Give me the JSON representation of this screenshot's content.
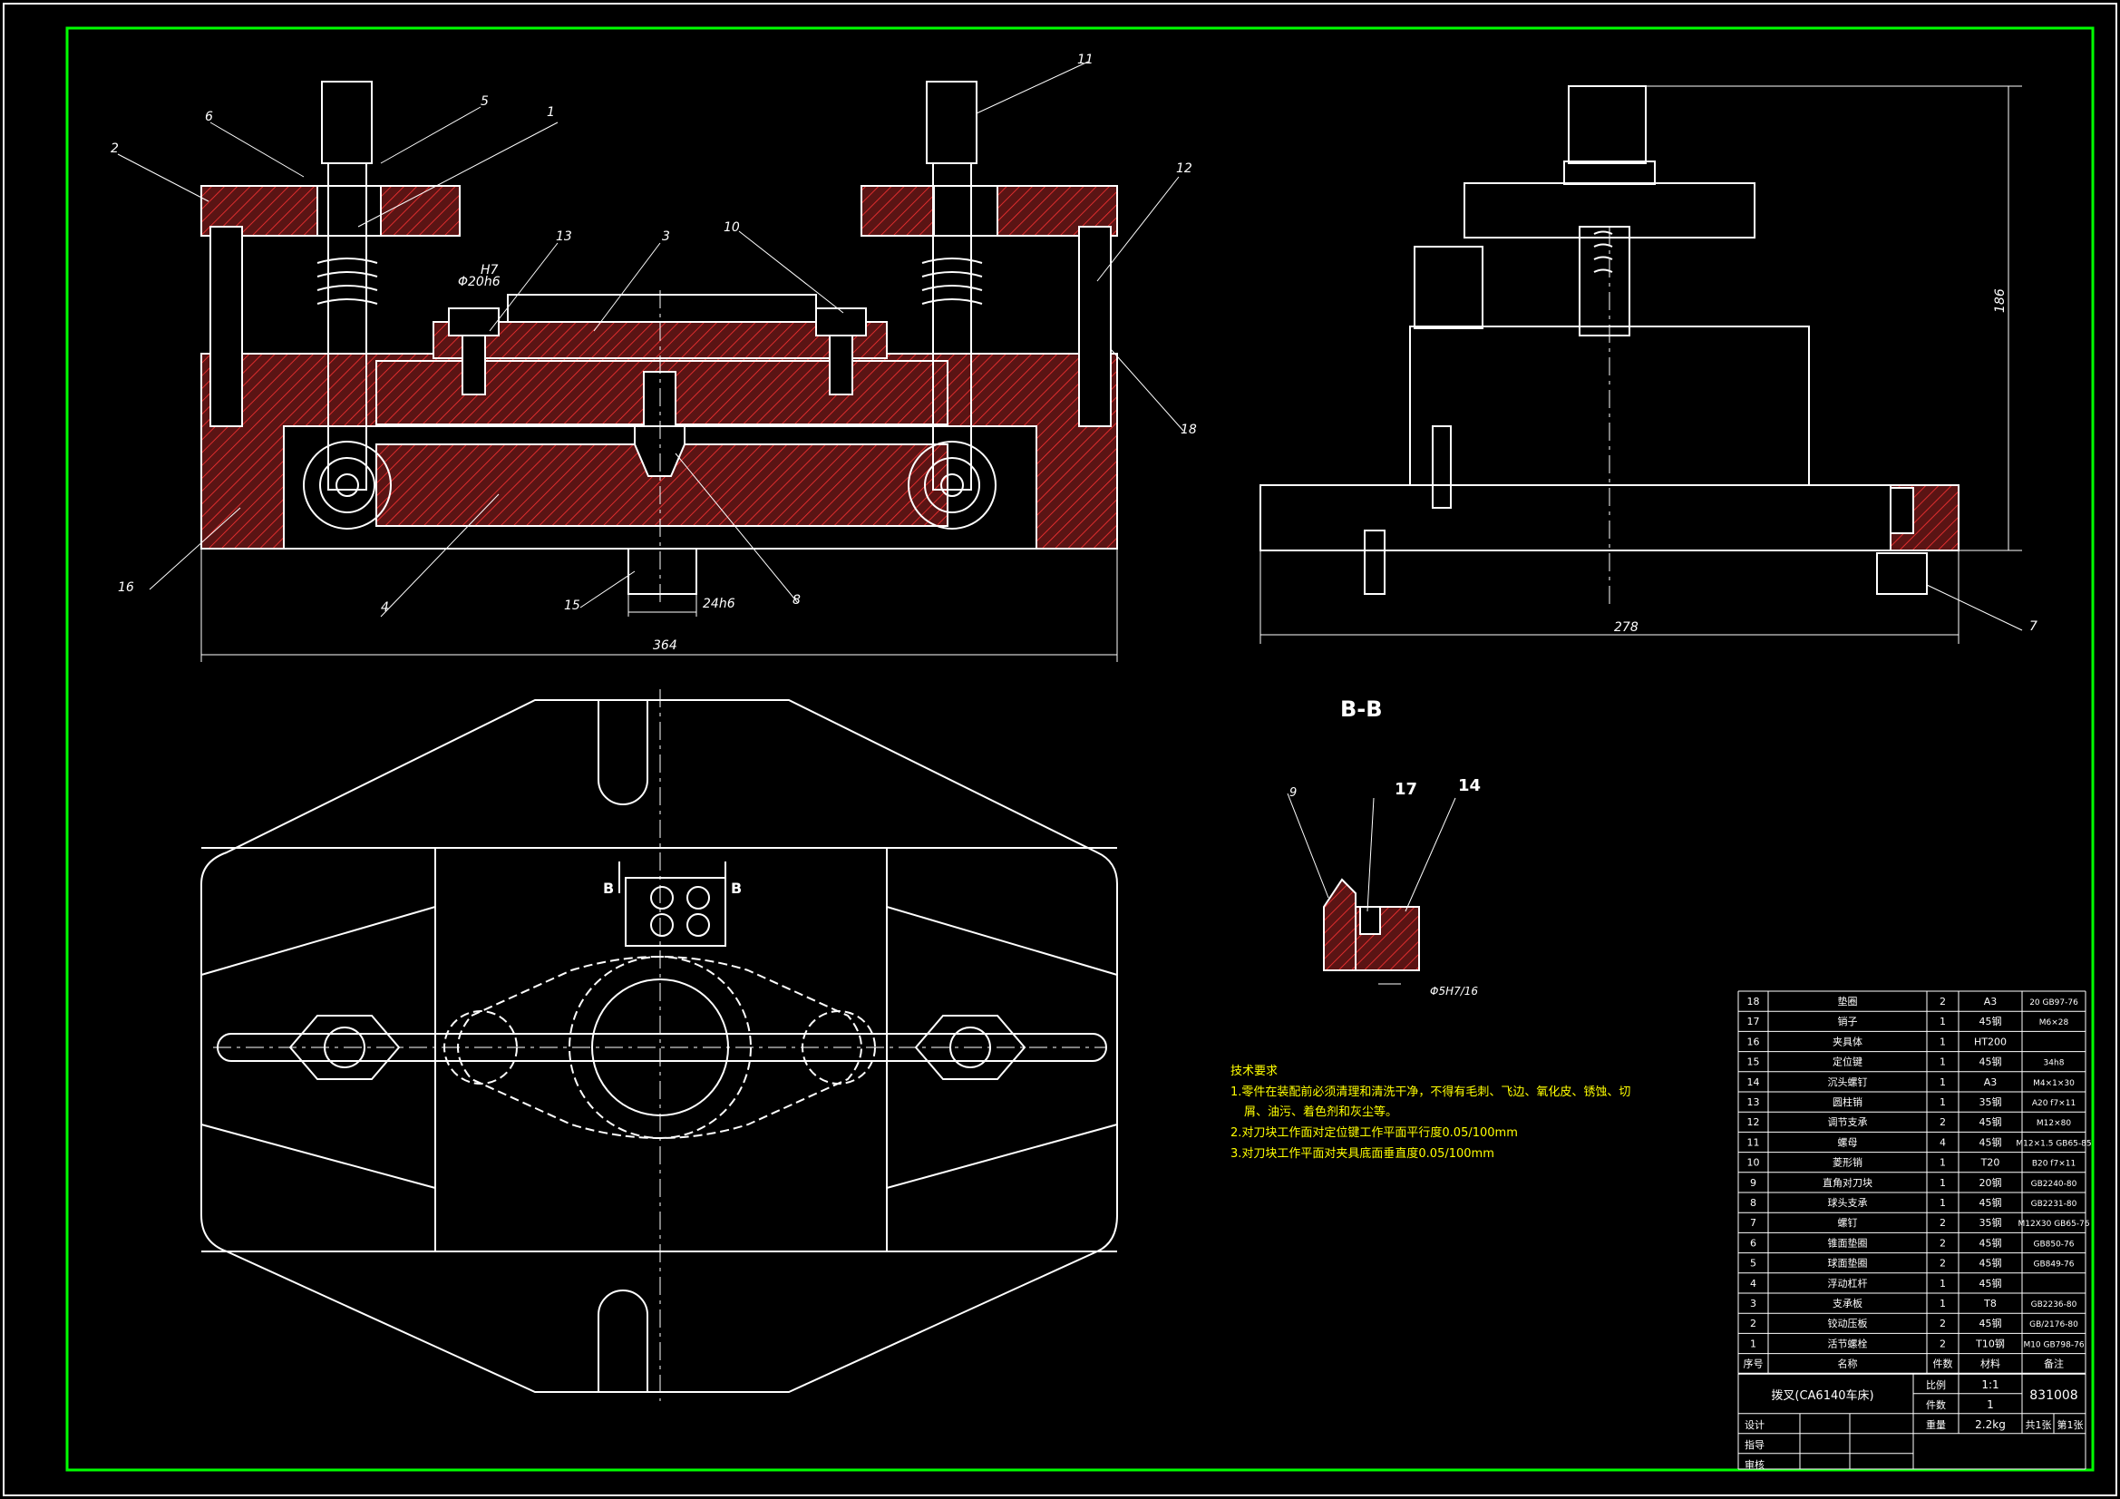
{
  "colors": {
    "background": "#000000",
    "frame": "#00ff00",
    "line": "#ffffff",
    "hatch": "#ff3333",
    "note": "#ffff00",
    "table": "#ffffff"
  },
  "dimensions": {
    "front_width": "364",
    "side_width": "278",
    "side_height": "186",
    "shaft_fit": "24h6",
    "bore_fit_top": "H7",
    "bore_fit_bottom": "Φ20h6",
    "bb_fit": "Φ5H7/16"
  },
  "balloons": {
    "front": [
      "2",
      "6",
      "5",
      "1",
      "11",
      "12",
      "13",
      "3",
      "10",
      "18",
      "16",
      "4",
      "15",
      "8"
    ],
    "side": [
      "7"
    ],
    "section": [
      "9",
      "17",
      "14"
    ]
  },
  "section_title": "B-B",
  "section_marks": [
    "B",
    "B"
  ],
  "notes": {
    "title": "技术要求",
    "lines": [
      "1.零件在装配前必须清理和清洗干净，不得有毛刺、飞边、氧化皮、锈蚀、切",
      "屑、油污、着色剂和灰尘等。",
      "2.对刀块工作面对定位键工作平面平行度0.05/100mm",
      "3.对刀块工作平面对夹具底面垂直度0.05/100mm"
    ]
  },
  "bom": {
    "rows": [
      {
        "no": "18",
        "name": "垫圈",
        "qty": "2",
        "material": "A3",
        "remark": "20 GB97-76"
      },
      {
        "no": "17",
        "name": "销子",
        "qty": "1",
        "material": "45钢",
        "remark": "M6×28"
      },
      {
        "no": "16",
        "name": "夹具体",
        "qty": "1",
        "material": "HT200",
        "remark": ""
      },
      {
        "no": "15",
        "name": "定位键",
        "qty": "1",
        "material": "45钢",
        "remark": "34h8"
      },
      {
        "no": "14",
        "name": "沉头螺钉",
        "qty": "1",
        "material": "A3",
        "remark": "M4×1×30"
      },
      {
        "no": "13",
        "name": "圆柱销",
        "qty": "1",
        "material": "35钢",
        "remark": "A20 f7×11"
      },
      {
        "no": "12",
        "name": "调节支承",
        "qty": "2",
        "material": "45钢",
        "remark": "M12×80"
      },
      {
        "no": "11",
        "name": "螺母",
        "qty": "4",
        "material": "45钢",
        "remark": "M12×1.5 GB65-85"
      },
      {
        "no": "10",
        "name": "菱形销",
        "qty": "1",
        "material": "T20",
        "remark": "B20 f7×11"
      },
      {
        "no": "9",
        "name": "直角对刀块",
        "qty": "1",
        "material": "20钢",
        "remark": "GB2240-80"
      },
      {
        "no": "8",
        "name": "球头支承",
        "qty": "1",
        "material": "45钢",
        "remark": "GB2231-80"
      },
      {
        "no": "7",
        "name": "螺钉",
        "qty": "2",
        "material": "35钢",
        "remark": "M12X30 GB65-76"
      },
      {
        "no": "6",
        "name": "锥面垫圈",
        "qty": "2",
        "material": "45钢",
        "remark": "GB850-76"
      },
      {
        "no": "5",
        "name": "球面垫圈",
        "qty": "2",
        "material": "45钢",
        "remark": "GB849-76"
      },
      {
        "no": "4",
        "name": "浮动杠杆",
        "qty": "1",
        "material": "45钢",
        "remark": ""
      },
      {
        "no": "3",
        "name": "支承板",
        "qty": "1",
        "material": "T8",
        "remark": "GB2236-80"
      },
      {
        "no": "2",
        "name": "铰动压板",
        "qty": "2",
        "material": "45钢",
        "remark": "GB/2176-80"
      },
      {
        "no": "1",
        "name": "活节螺栓",
        "qty": "2",
        "material": "T10钢",
        "remark": "M10 GB798-76"
      }
    ],
    "header": {
      "no": "序号",
      "name": "名称",
      "qty": "件数",
      "material": "材料",
      "remark": "备注"
    },
    "title_block": {
      "part_name": "拨叉(CA6140车床)",
      "scale_label": "比例",
      "scale_value": "1:1",
      "count_label": "件数",
      "count_value": "1",
      "drawing_no": "831008",
      "weight_label": "重量",
      "weight_value": "2.2kg",
      "sheets_total": "共1张",
      "sheet_no": "第1张",
      "design": "设计",
      "guide": "指导",
      "review": "审核"
    }
  }
}
